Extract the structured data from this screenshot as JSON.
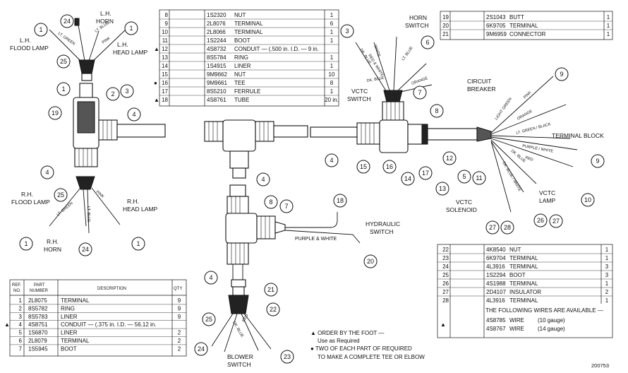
{
  "labels": {
    "lh_flood_lamp": "L.H.\nFLOOD LAMP",
    "lh_horn": "L.H.\nHORN",
    "lh_head_lamp": "L.H.\nHEAD LAMP",
    "rh_flood_lamp": "R.H.\nFLOOD LAMP",
    "rh_head_lamp": "R.H.\nHEAD LAMP",
    "rh_horn": "R.H.\nHORN",
    "horn_switch": "HORN\nSWITCH",
    "vctc_switch": "VCTC\nSWITCH",
    "circuit_breaker": "CIRCUIT\nBREAKER",
    "terminal_block": "TERMINAL BLOCK",
    "vctc_lamp": "VCTC\nLAMP",
    "vctc_solenoid": "VCTC\nSOLENOID",
    "hydraulic_switch": "HYDRAULIC\nSWITCH",
    "blower_switch": "BLOWER\nSWITCH",
    "purple_white": "PURPLE & WHITE",
    "figure_id": "200753"
  },
  "wire_labels": {
    "lt_green": "LT. GREEN",
    "lt_blue": "LT. BLUE",
    "pink": "PINK",
    "dk_blue": "DK. BLUE",
    "red_white": "RED & WHITE",
    "orange": "ORANGE",
    "white": "WHITE",
    "light_green": "LIGHT GREEN",
    "pink2": "PINK",
    "orange2": "ORANGE",
    "lt_green_black": "LT. GREEN / BLACK",
    "purple_white": "PURPLE / WHITE",
    "red": "RED",
    "dk_blue_white": "DK. BLUE / WHITE",
    "dk_blue2": "DK. BLUE",
    "red2": "RED"
  },
  "callouts": {
    "c1a": "1",
    "c24a": "24",
    "c1b": "1",
    "c25a": "25",
    "c1c": "1",
    "c2": "2",
    "c3": "3",
    "c19": "19",
    "c4a": "4",
    "c4b": "4",
    "c25b": "25",
    "c1d": "1",
    "c24b": "24",
    "c1e": "1",
    "c3b": "3",
    "c6": "6",
    "c7a": "7",
    "c8a": "8",
    "c9a": "9",
    "c9b": "9",
    "c10": "10",
    "c4c": "4",
    "c15": "15",
    "c16": "16",
    "c14": "14",
    "c17": "17",
    "c13": "13",
    "c5": "5",
    "c11": "11",
    "c12": "12",
    "c26": "26",
    "c27a": "27",
    "c27b": "27",
    "c28": "28",
    "c4d": "4",
    "c8b": "8",
    "c7b": "7",
    "c18": "18",
    "c20": "20",
    "c4e": "4",
    "c21": "21",
    "c22": "22",
    "c25c": "25",
    "c24c": "24",
    "c23": "23"
  },
  "table_top": {
    "rows": [
      {
        "ref": "8",
        "part": "1S2320",
        "desc": "NUT",
        "qty": "1",
        "mark": ""
      },
      {
        "ref": "9",
        "part": "2L8076",
        "desc": "TERMINAL",
        "qty": "6",
        "mark": ""
      },
      {
        "ref": "10",
        "part": "2L8066",
        "desc": "TERMINAL",
        "qty": "1",
        "mark": ""
      },
      {
        "ref": "11",
        "part": "1S2244",
        "desc": "BOOT",
        "qty": "1",
        "mark": ""
      },
      {
        "ref": "12",
        "part": "4S8732",
        "desc": "CONDUIT — (.500 in. I.D. — 9 in.",
        "qty": "",
        "mark": "▲"
      },
      {
        "ref": "13",
        "part": "8S5784",
        "desc": "RING",
        "qty": "1",
        "mark": ""
      },
      {
        "ref": "14",
        "part": "1S4915",
        "desc": "LINER",
        "qty": "1",
        "mark": ""
      },
      {
        "ref": "15",
        "part": "9M9662",
        "desc": "NUT",
        "qty": "10",
        "mark": ""
      },
      {
        "ref": "16",
        "part": "9M9661",
        "desc": "TEE",
        "qty": "8",
        "mark": "●"
      },
      {
        "ref": "17",
        "part": "8S5210",
        "desc": "FERRULE",
        "qty": "1",
        "mark": ""
      },
      {
        "ref": "18",
        "part": "4S8761",
        "desc": "TUBE",
        "qty": "20 in.",
        "mark": "▲"
      }
    ]
  },
  "table_right_top": {
    "rows": [
      {
        "ref": "19",
        "part": "2S1043",
        "desc": "BUTT",
        "qty": "1"
      },
      {
        "ref": "20",
        "part": "6K9705",
        "desc": "TERMINAL",
        "qty": "1"
      },
      {
        "ref": "21",
        "part": "9M6959",
        "desc": "CONNECTOR",
        "qty": "1"
      }
    ]
  },
  "table_left": {
    "headers": {
      "ref": "REF. NO.",
      "part": "PART NUMBER",
      "desc": "DESCRIPTION",
      "qty": "QTY"
    },
    "rows": [
      {
        "ref": "1",
        "part": "2L8075",
        "desc": "TERMINAL",
        "qty": "9",
        "mark": ""
      },
      {
        "ref": "2",
        "part": "8S5782",
        "desc": "RING",
        "qty": "9",
        "mark": ""
      },
      {
        "ref": "3",
        "part": "8S5783",
        "desc": "LINER",
        "qty": "9",
        "mark": ""
      },
      {
        "ref": "4",
        "part": "4S8751",
        "desc": "CONDUIT — (.375 in. I.D. — 56.12 in.",
        "qty": "",
        "mark": "▲"
      },
      {
        "ref": "5",
        "part": "1S6870",
        "desc": "LINER",
        "qty": "2",
        "mark": ""
      },
      {
        "ref": "6",
        "part": "2L8079",
        "desc": "TERMINAL",
        "qty": "2",
        "mark": ""
      },
      {
        "ref": "7",
        "part": "1S5945",
        "desc": "BOOT",
        "qty": "2",
        "mark": ""
      }
    ]
  },
  "table_bottom_right": {
    "rows": [
      {
        "ref": "22",
        "part": "4K8540",
        "desc": "NUT",
        "qty": "1"
      },
      {
        "ref": "23",
        "part": "6K9704",
        "desc": "TERMINAL",
        "qty": "1"
      },
      {
        "ref": "24",
        "part": "4L3916",
        "desc": "TERMINAL",
        "qty": "3"
      },
      {
        "ref": "25",
        "part": "1S2294",
        "desc": "BOOT",
        "qty": "3"
      },
      {
        "ref": "26",
        "part": "4S1988",
        "desc": "TERMINAL",
        "qty": "1"
      },
      {
        "ref": "27",
        "part": "2D4107",
        "desc": "INSULATOR",
        "qty": "2"
      },
      {
        "ref": "28",
        "part": "4L3916",
        "desc": "TERMINAL",
        "qty": "1"
      }
    ],
    "available_note": "THE FOLLOWING WIRES ARE AVAILABLE —",
    "wires": [
      {
        "part": "4S8785",
        "desc": "WIRE",
        "gauge": "(10 gauge)"
      },
      {
        "part": "4S8767",
        "desc": "WIRE",
        "gauge": "(14 gauge)"
      }
    ],
    "wire_mark": "▲"
  },
  "legend": {
    "line1": "▲ ORDER BY THE FOOT —",
    "line2": "Use as Required",
    "line3": "● TWO OF EACH PART OF REQUIRED",
    "line4": "TO MAKE A COMPLETE TEE OR ELBOW"
  }
}
